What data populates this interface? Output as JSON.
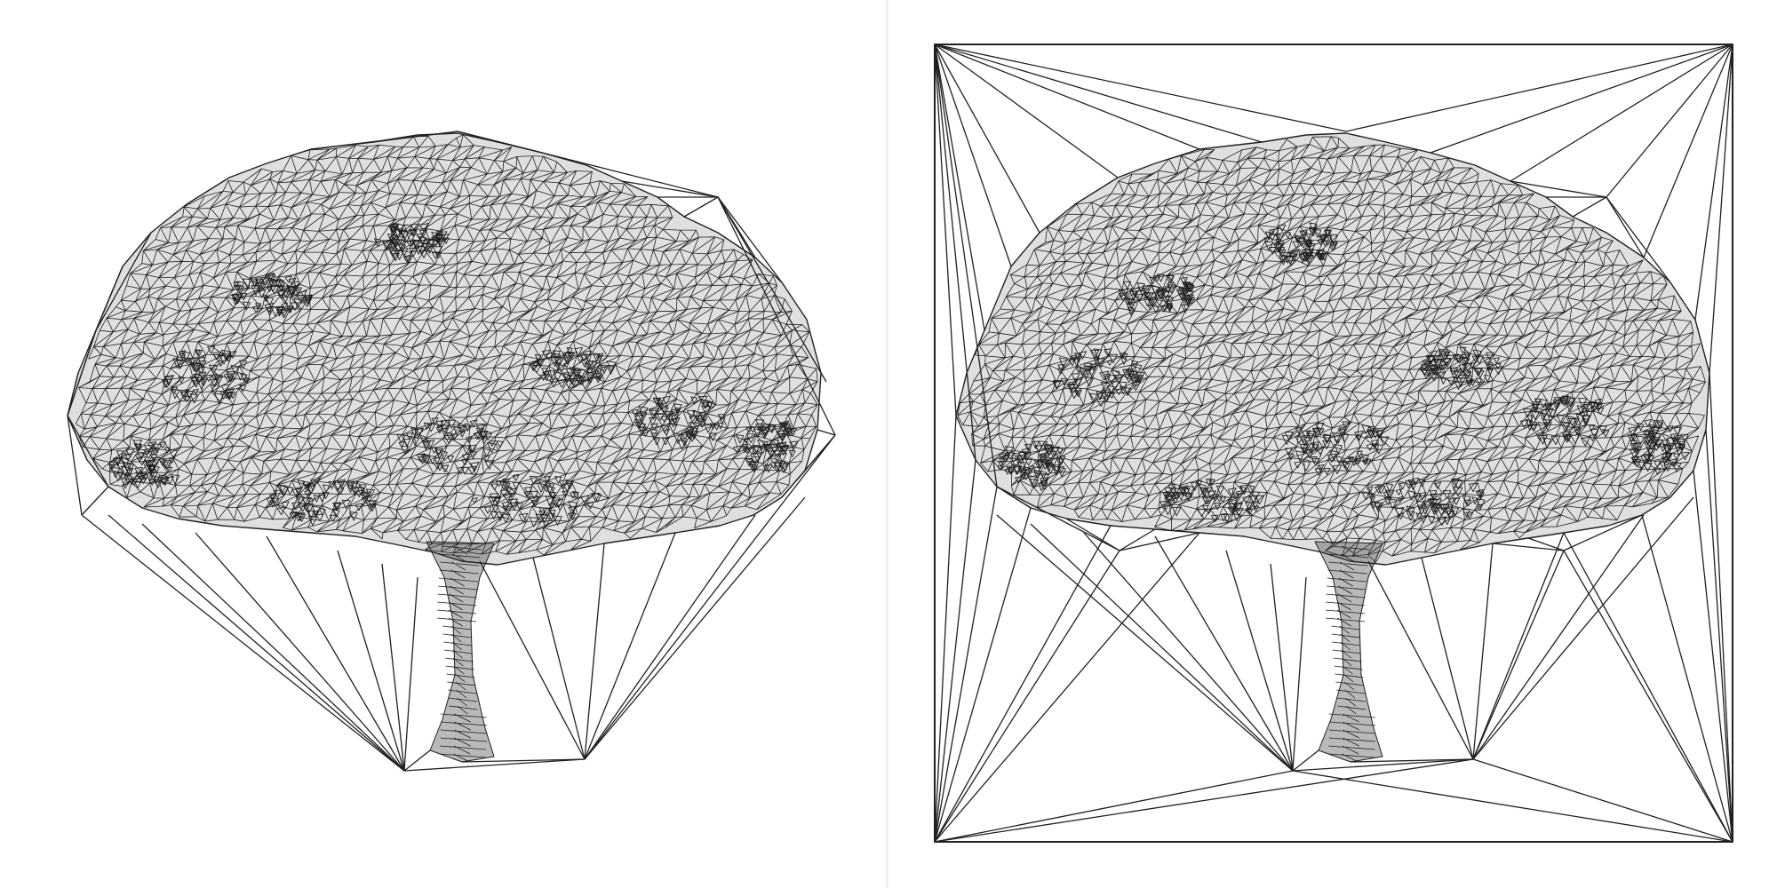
{
  "figure": {
    "panels": [
      {
        "id": "left",
        "subject": "tree",
        "mesh": "delaunay-triangulation",
        "bounding_frame": false
      },
      {
        "id": "right",
        "subject": "tree",
        "mesh": "delaunay-triangulation",
        "bounding_frame": true
      }
    ],
    "colors": {
      "background": "#ffffff",
      "line": "#231f20",
      "mesh_fill": "#3a3536",
      "divider": "#f1f1f1"
    }
  }
}
